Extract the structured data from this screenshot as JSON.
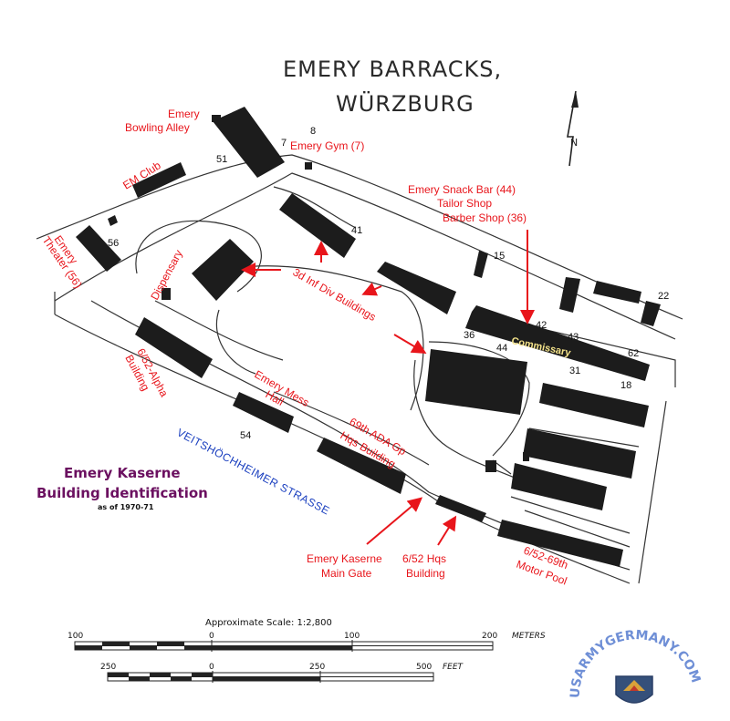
{
  "title": {
    "line1": "EMERY BARRACKS,",
    "line2": "WÜRZBURG"
  },
  "north_arrow_label": "N",
  "legend": {
    "title_line1": "Emery Kaserne",
    "title_line2": "Building Identification",
    "subtitle": "as of 1970-71"
  },
  "street_name": "VEITSHÖCHHEIMER STRASSE",
  "commissary_label": "Commissary",
  "labels": {
    "bowling_line1": "Emery",
    "bowling_line2": "Bowling Alley",
    "gym": "Emery Gym (7)",
    "em_club": "EM Club",
    "theater_line1": "Emery",
    "theater_line2": "Theater (56)",
    "dispensary": "Dispensary",
    "snack_line1": "Emery Snack Bar (44)",
    "snack_line2": "Tailor Shop",
    "snack_line3": "Barber Shop (36)",
    "inf_div": "3d Inf Div Buildings",
    "alpha_line1": "6/52-Alpha",
    "alpha_line2": "Building",
    "mess_line1": "Emery Mess",
    "mess_line2": "Hall",
    "ada_line1": "69th ADA Gp",
    "ada_line2": "Hqs Building",
    "gate_line1": "Emery Kaserne",
    "gate_line2": "Main Gate",
    "hqs_line1": "6/52 Hqs",
    "hqs_line2": "Building",
    "motor_line1": "6/52-69th",
    "motor_line2": "Motor Pool"
  },
  "building_numbers": {
    "b7": "7",
    "b8": "8",
    "b51": "51",
    "b56": "56",
    "b41": "41",
    "b15": "15",
    "b22": "22",
    "b36": "36",
    "b42": "42",
    "b43": "43",
    "b44": "44",
    "b62": "62",
    "b31": "31",
    "b18": "18",
    "b54": "54"
  },
  "scale": {
    "title": "Approximate Scale:  1:2,800",
    "meters_ticks": [
      "100",
      "0",
      "100",
      "200"
    ],
    "meters_unit": "METERS",
    "feet_ticks": [
      "250",
      "0",
      "250",
      "500"
    ],
    "feet_unit": "FEET"
  },
  "watermark": "USARMYGERMANY.COM",
  "colors": {
    "annotation": "#e8151b",
    "building": "#1c1c1c",
    "legend_title": "#6b1060",
    "street": "#1a3fbf"
  }
}
